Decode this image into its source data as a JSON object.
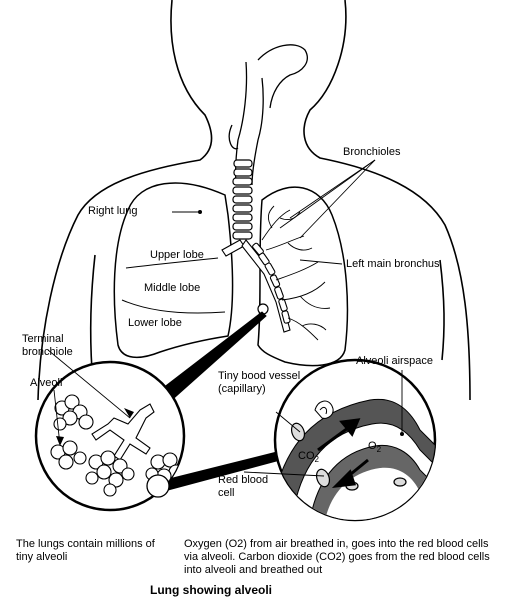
{
  "labels": {
    "bronchioles": "Bronchioles",
    "right_lung": "Right lung",
    "upper_lobe": "Upper lobe",
    "middle_lobe": "Middle lobe",
    "lower_lobe": "Lower lobe",
    "left_main_bronchus": "Left main bronchus",
    "terminal_bronchiole": "Terminal bronchiole",
    "alveoli": "Alveoli",
    "alveoli_airspace": "Alveoli airspace",
    "tiny_blood_vessel": "Tiny bood vessel (capillary)",
    "red_blood_cell": "Red blood cell",
    "co2": "CO",
    "co2_sub": "2",
    "o2": "O",
    "o2_sub": "2"
  },
  "captions": {
    "left": "The lungs contain millions of tiny alveoli",
    "right": "Oxygen (O2) from air breathed in, goes into the red blood cells via alveoli.  Carbon dioxide (CO2) goes from the red blood cells into alveoli and breathed out"
  },
  "title": "Lung showing alveoli"
}
